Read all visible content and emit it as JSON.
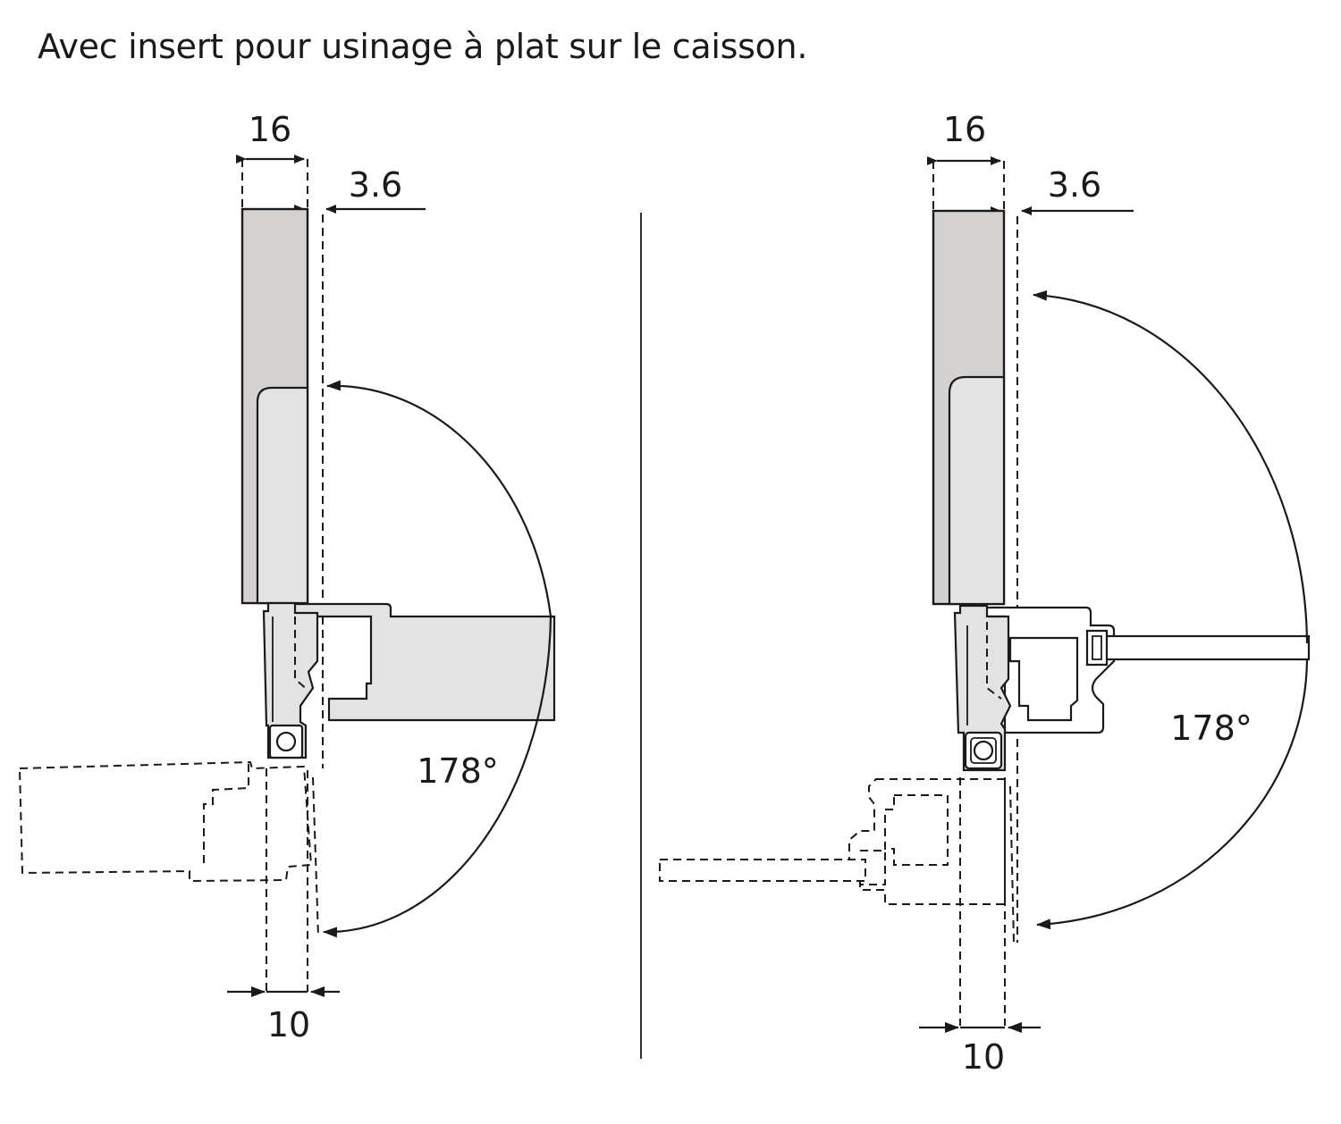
{
  "title": "Avec insert pour usinage à plat sur le caisson.",
  "diagrams": [
    {
      "dimension_top_width": "16",
      "dimension_offset": "3.6",
      "opening_angle": "178°",
      "dimension_bottom": "10"
    },
    {
      "dimension_top_width": "16",
      "dimension_offset": "3.6",
      "opening_angle": "178°",
      "dimension_bottom": "10"
    }
  ],
  "colors": {
    "door_fill": "#d4d2d1",
    "part_fill": "#e4e3e3",
    "line": "#1a1a1a"
  }
}
